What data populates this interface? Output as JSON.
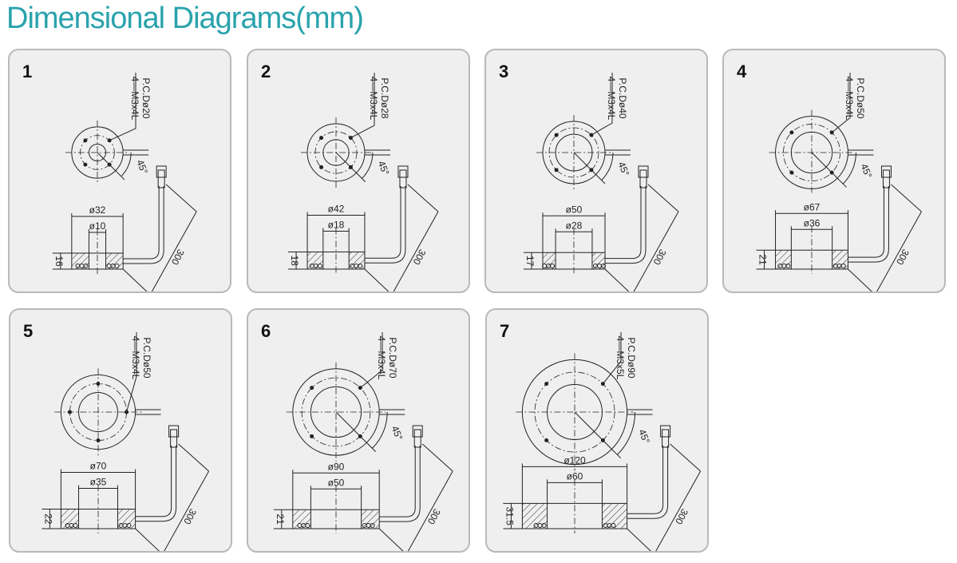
{
  "title": "Dimensional Diagrams(mm)",
  "colors": {
    "title": "#2aa3ad",
    "panel_bg": "#efeff0",
    "panel_border": "#b9b9b9",
    "line": "#222222"
  },
  "panels": [
    {
      "number": "1",
      "thread": "4—M3x4L",
      "pcd": "P.C.Dø20",
      "outer": "ø32",
      "inner": "ø10",
      "height": "16",
      "cable": "300",
      "angle": "45°",
      "od": 32,
      "id": 10,
      "pcd_val": 20,
      "h": 16,
      "holes": "diagonal"
    },
    {
      "number": "2",
      "thread": "4—M3x4L",
      "pcd": "P.C.Dø28",
      "outer": "ø42",
      "inner": "ø18",
      "height": "18",
      "cable": "300",
      "angle": "45°",
      "od": 42,
      "id": 18,
      "pcd_val": 28,
      "h": 18,
      "holes": "diagonal"
    },
    {
      "number": "3",
      "thread": "4—M3x4L",
      "pcd": "P.C.Dø40",
      "outer": "ø50",
      "inner": "ø28",
      "height": "17",
      "cable": "300",
      "angle": "45°",
      "od": 50,
      "id": 28,
      "pcd_val": 40,
      "h": 17,
      "holes": "diagonal"
    },
    {
      "number": "4",
      "thread": "4—M3x4L",
      "pcd": "P.C.Dø50",
      "outer": "ø67",
      "inner": "ø36",
      "height": "21",
      "cable": "300",
      "angle": "45°",
      "od": 67,
      "id": 36,
      "pcd_val": 50,
      "h": 21,
      "holes": "diagonal"
    },
    {
      "number": "5",
      "thread": "4—M3x4L",
      "pcd": "P.C.Dø50",
      "outer": "ø70",
      "inner": "ø35",
      "height": "22",
      "cable": "300",
      "angle": null,
      "od": 70,
      "id": 35,
      "pcd_val": 50,
      "h": 22,
      "holes": "axial"
    },
    {
      "number": "6",
      "thread": "4—M3x4L",
      "pcd": "P.C.Dø70",
      "outer": "ø90",
      "inner": "ø50",
      "height": "21",
      "cable": "300",
      "angle": "45°",
      "od": 90,
      "id": 50,
      "pcd_val": 70,
      "h": 21,
      "holes": "diagonal"
    },
    {
      "number": "7",
      "thread": "4—M3x5L",
      "pcd": "P.C.Dø90",
      "outer": "ø120",
      "inner": "ø60",
      "height": "31.5",
      "cable": "300",
      "angle": "45°",
      "od": 120,
      "id": 60,
      "pcd_val": 90,
      "h": 31.5,
      "holes": "diagonal"
    }
  ]
}
